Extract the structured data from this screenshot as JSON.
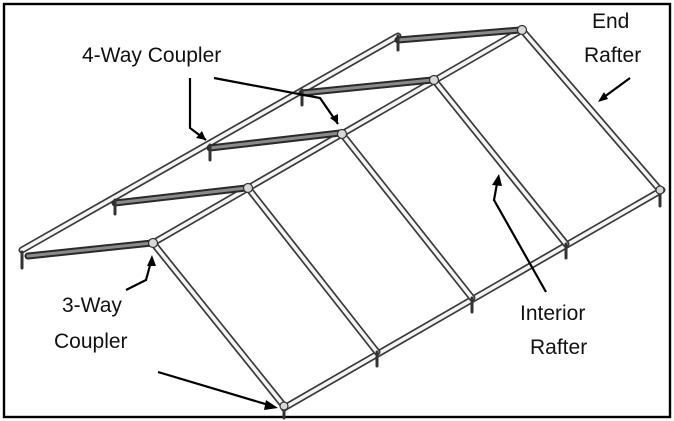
{
  "labels": {
    "four_way_coupler": "4-Way Coupler",
    "end_rafter_line1": "End",
    "end_rafter_line2": "Rafter",
    "three_way_line1": "3-Way",
    "three_way_line2": "Coupler",
    "interior_line1": "Interior",
    "interior_line2": "Rafter"
  },
  "colors": {
    "tube_outline": "#3a3a3a",
    "tube_fill": "#f4f4f4",
    "purlin": "#2a2a2a",
    "text": "#111111"
  }
}
